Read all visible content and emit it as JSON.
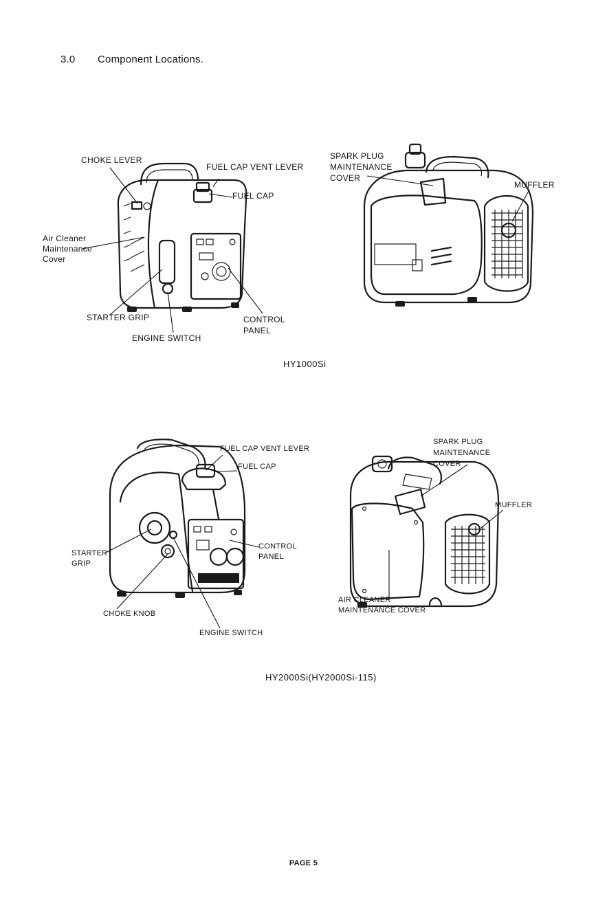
{
  "section": {
    "number": "3.0",
    "title": "Component Locations."
  },
  "fig1": {
    "left_labels": {
      "choke_lever": "CHOKE LEVER",
      "fuel_cap_vent_lever": "FUEL CAP VENT LEVER",
      "fuel_cap": "FUEL CAP",
      "air_cleaner": "Air Cleaner",
      "air_cleaner_2": "Maintenance",
      "air_cleaner_3": "Cover",
      "starter_grip": "STARTER GRIP",
      "engine_switch": "ENGINE SWITCH",
      "control_panel": "CONTROL",
      "control_panel_2": "PANEL"
    },
    "right_labels": {
      "spark_plug": "SPARK PLUG",
      "spark_plug_2": "MAINTENANCE",
      "spark_plug_3": "COVER",
      "muffler": "MUFFLER"
    },
    "caption": "HY1000Si"
  },
  "fig2": {
    "left_labels": {
      "fuel_cap_vent_lever": "FUEL CAP VENT LEVER",
      "fuel_cap": "FUEL CAP",
      "control_panel": "CONTROL",
      "control_panel_2": "PANEL",
      "starter_grip": "STARTER",
      "starter_grip_2": "GRIP",
      "choke_knob": "CHOKE KNOB",
      "engine_switch": "ENGINE SWITCH"
    },
    "right_labels": {
      "spark_plug": "SPARK PLUG",
      "spark_plug_2": "MAINTENANCE",
      "spark_plug_3": "COVER",
      "muffler": "MUFFLER",
      "air_cleaner": "AIR CLEANER",
      "air_cleaner_2": "MAINTENANCE COVER"
    },
    "caption": "HY2000Si(HY2000Si-115)"
  },
  "page": "PAGE 5"
}
